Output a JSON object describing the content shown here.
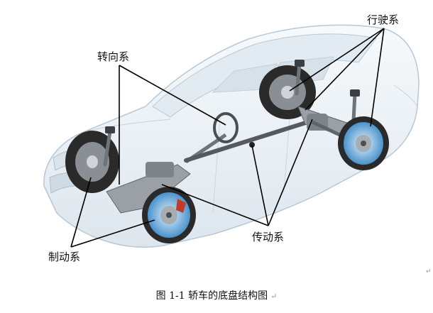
{
  "labels": {
    "steering": "转向系",
    "running": "行驶系",
    "transmission": "传动系",
    "braking": "制动系"
  },
  "caption": {
    "text": "图 1-1  轿车的底盘结构图",
    "return_mark": "↵"
  },
  "side_mark": "↵",
  "colors": {
    "body": "#eef3f7",
    "body_edge": "#b8c8d4",
    "disc": "#5a9ed1",
    "tire": "#2a2a2a",
    "metal": "#8a8f95",
    "leader": "#000000"
  }
}
